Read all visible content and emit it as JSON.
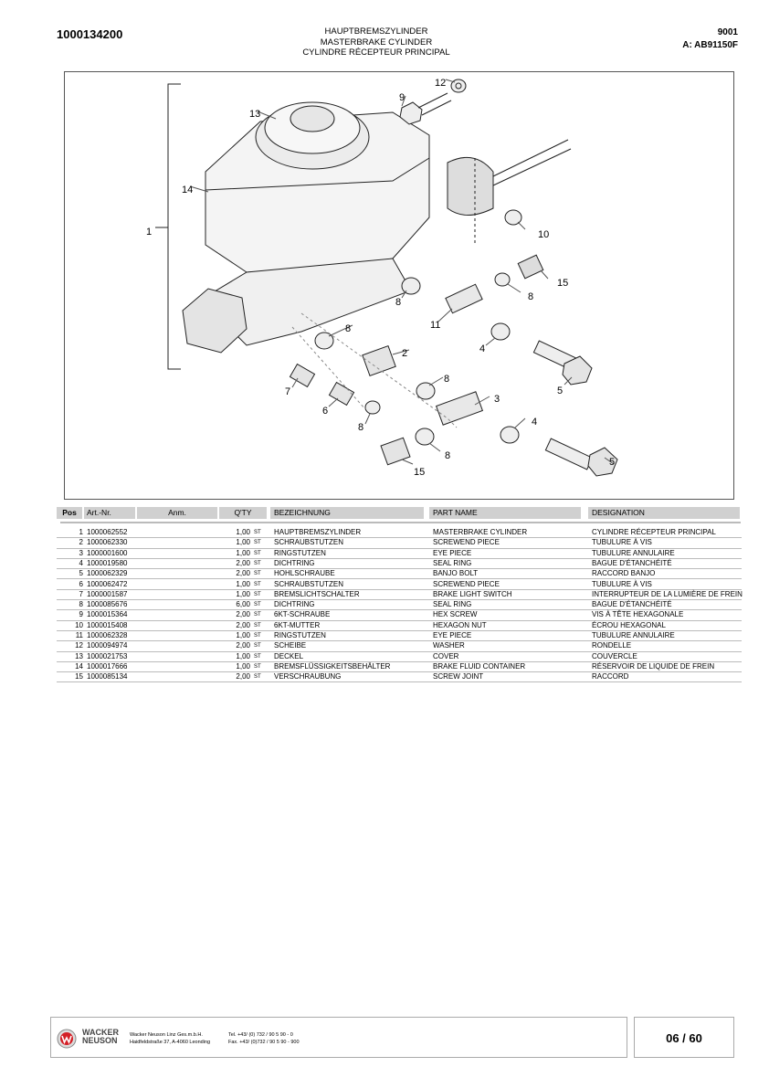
{
  "header": {
    "document_number": "1000134200",
    "titles": [
      "HAUPTBREMSZYLINDER",
      "MASTERBRAKE CYLINDER",
      "CYLINDRE RÉCEPTEUR PRINCIPAL"
    ],
    "group_number": "9001",
    "assembly_ref": "A: AB91150F"
  },
  "diagram": {
    "callouts": [
      "12",
      "9",
      "13",
      "14",
      "1",
      "10",
      "15",
      "8",
      "8",
      "11",
      "8",
      "4",
      "2",
      "5",
      "8",
      "7",
      "3",
      "6",
      "8",
      "4",
      "8",
      "5",
      "15"
    ]
  },
  "table": {
    "headers": {
      "pos": "Pos",
      "art": "Art.-Nr.",
      "anm": "Anm.",
      "qty": "Q'TY",
      "bez": "BEZEICHNUNG",
      "pn": "PART NAME",
      "des": "DESIGNATION"
    },
    "unit": "ST",
    "rows": [
      {
        "pos": "1",
        "art": "1000062552",
        "qty": "1,00",
        "bez": "HAUPTBREMSZYLINDER",
        "pn": "MASTERBRAKE CYLINDER",
        "des": "CYLINDRE RÉCEPTEUR PRINCIPAL"
      },
      {
        "pos": "2",
        "art": "1000062330",
        "qty": "1,00",
        "bez": "SCHRAUBSTUTZEN",
        "pn": "SCREWEND  PIECE",
        "des": "TUBULURE À VIS"
      },
      {
        "pos": "3",
        "art": "1000001600",
        "qty": "1,00",
        "bez": "RINGSTUTZEN",
        "pn": "EYE PIECE",
        "des": "TUBULURE ANNULAIRE"
      },
      {
        "pos": "4",
        "art": "1000019580",
        "qty": "2,00",
        "bez": "DICHTRING",
        "pn": "SEAL RING",
        "des": "BAGUE D'ÉTANCHÉITÉ"
      },
      {
        "pos": "5",
        "art": "1000062329",
        "qty": "2,00",
        "bez": "HOHLSCHRAUBE",
        "pn": "BANJO BOLT",
        "des": "RACCORD BANJO"
      },
      {
        "pos": "6",
        "art": "1000062472",
        "qty": "1,00",
        "bez": "SCHRAUBSTUTZEN",
        "pn": "SCREWEND  PIECE",
        "des": "TUBULURE À VIS"
      },
      {
        "pos": "7",
        "art": "1000001587",
        "qty": "1,00",
        "bez": "BREMSLICHTSCHALTER",
        "pn": "BRAKE LIGHT SWITCH",
        "des": "INTERRUPTEUR DE LA LUMIÈRE DE FREIN"
      },
      {
        "pos": "8",
        "art": "1000085676",
        "qty": "6,00",
        "bez": "DICHTRING",
        "pn": "SEAL RING",
        "des": "BAGUE D'ÉTANCHÉITÉ"
      },
      {
        "pos": "9",
        "art": "1000015364",
        "qty": "2,00",
        "bez": "6KT-SCHRAUBE",
        "pn": "HEX SCREW",
        "des": "VIS À TÊTE HEXAGONALE"
      },
      {
        "pos": "10",
        "art": "1000015408",
        "qty": "2,00",
        "bez": "6KT-MUTTER",
        "pn": "HEXAGON NUT",
        "des": "ÉCROU HEXAGONAL"
      },
      {
        "pos": "11",
        "art": "1000062328",
        "qty": "1,00",
        "bez": "RINGSTUTZEN",
        "pn": "EYE PIECE",
        "des": "TUBULURE ANNULAIRE"
      },
      {
        "pos": "12",
        "art": "1000094974",
        "qty": "2,00",
        "bez": "SCHEIBE",
        "pn": "WASHER",
        "des": "RONDELLE"
      },
      {
        "pos": "13",
        "art": "1000021753",
        "qty": "1,00",
        "bez": "DECKEL",
        "pn": "COVER",
        "des": "COUVERCLE"
      },
      {
        "pos": "14",
        "art": "1000017666",
        "qty": "1,00",
        "bez": "BREMSFLÜSSIGKEITSBEHÄLTER",
        "pn": "BRAKE FLUID CONTAINER",
        "des": "RÉSERVOIR DE LIQUIDE DE FREIN"
      },
      {
        "pos": "15",
        "art": "1000085134",
        "qty": "2,00",
        "bez": "VERSCHRAUBUNG",
        "pn": "SCREW JOINT",
        "des": "RACCORD"
      }
    ]
  },
  "footer": {
    "brand_line1": "WACKER",
    "brand_line2": "NEUSON",
    "company": "Wacker Neuson Linz  Ges.m.b.H.",
    "address": "Haidfeldstraße 37, A-4060 Leonding",
    "tel": "Tel. +43/ (0) 732 / 90 5 90 - 0",
    "fax": "Fax. +43/ (0)732 / 90 5 90 - 900",
    "page": "06 / 60"
  },
  "colors": {
    "header_bg": "#d0d0d0",
    "logo_red": "#d42027"
  }
}
